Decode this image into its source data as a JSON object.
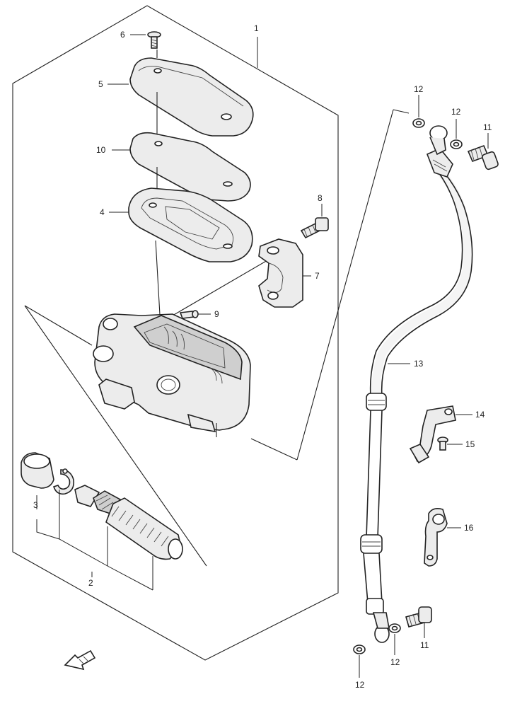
{
  "callouts": {
    "c1": "1",
    "c2": "2",
    "c3": "3",
    "c4": "4",
    "c5": "5",
    "c6": "6",
    "c7": "7",
    "c8": "8",
    "c9": "9",
    "c10": "10",
    "c11_top": "11",
    "c11_bottom": "11",
    "c12_a": "12",
    "c12_b": "12",
    "c12_c": "12",
    "c12_d": "12",
    "c13": "13",
    "c14": "14",
    "c15": "15",
    "c16": "16"
  },
  "icons": {
    "front_arrow": "front-direction-arrow-icon"
  }
}
